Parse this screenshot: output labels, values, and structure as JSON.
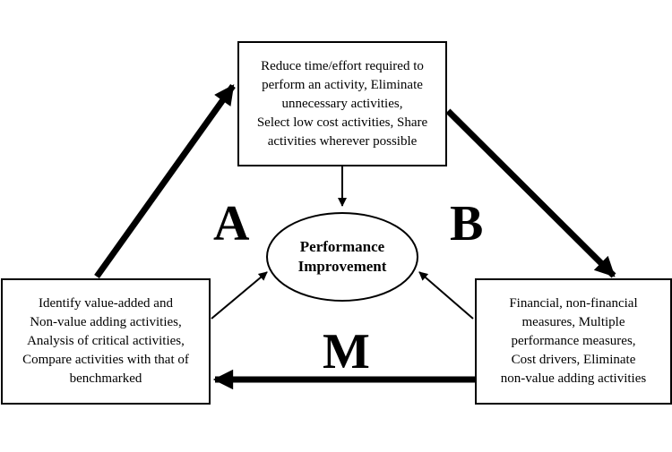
{
  "diagram": {
    "top_box": {
      "lines": [
        "Reduce time/effort required to",
        "perform an activity, Eliminate",
        "unnecessary activities,",
        "Select low cost activities, Share",
        "activities wherever possible"
      ]
    },
    "left_box": {
      "lines": [
        "Identify value-added and",
        "Non-value adding activities,",
        "Analysis of critical activities,",
        "Compare activities with that of",
        "benchmarked"
      ]
    },
    "right_box": {
      "lines": [
        "Financial, non-financial",
        "measures, Multiple",
        "performance measures,",
        "Cost drivers, Eliminate",
        "non-value adding activities"
      ]
    },
    "center": {
      "line1": "Performance",
      "line2": "Improvement"
    },
    "letters": {
      "a": "A",
      "b": "B",
      "m": "M"
    }
  }
}
